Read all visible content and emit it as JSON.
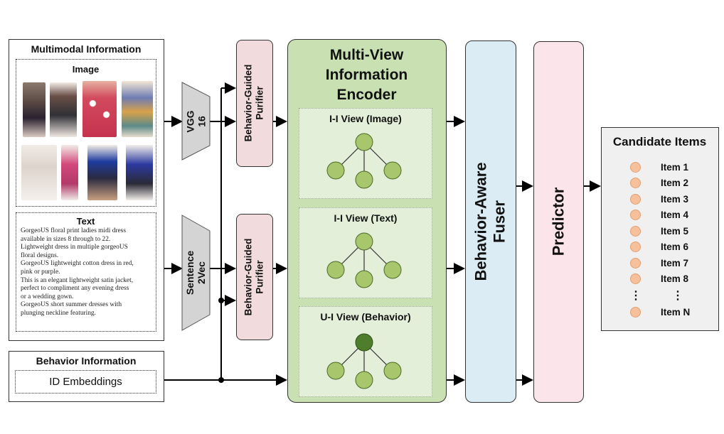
{
  "multimodal": {
    "title": "Multimodal Information",
    "image_label": "Image",
    "text_label": "Text",
    "text_lines": [
      "GorgeoUS floral print ladies midi dress",
      "available in sizes 8 through to 22.",
      "Lightweight dress in multiple gorgeoUS",
      "floral designs.",
      "GorgeoUS lightweight cotton dress in red,",
      "pink or purple.",
      "This is an elegant lightweight satin jacket,",
      "perfect to compliment any evening dress",
      "or a wedding gown.",
      "GorgeoUS short summer dresses with",
      "plunging neckline featuring."
    ]
  },
  "behavior": {
    "title": "Behavior Information",
    "embedding_label": "ID Embeddings"
  },
  "extractors": {
    "vgg": "VGG\n16",
    "sentence": "Sentence\n2Vec"
  },
  "purifier": {
    "label_line1": "Behavior-Guided",
    "label_line2": "Purifier"
  },
  "encoder": {
    "title_line1": "Multi-View",
    "title_line2": "Information",
    "title_line3": "Encoder",
    "views": [
      {
        "label": "I-I View (Image)"
      },
      {
        "label": "I-I View (Text)"
      },
      {
        "label": "U-I View (Behavior)"
      }
    ]
  },
  "fuser": {
    "label_line1": "Behavior-Aware",
    "label_line2": "Fuser"
  },
  "predictor": {
    "label": "Predictor"
  },
  "candidates": {
    "title": "Candidate Items",
    "items": [
      "Item 1",
      "Item 2",
      "Item 3",
      "Item 4",
      "Item 5",
      "Item 6",
      "Item 7",
      "Item 8"
    ],
    "ellipsis": "⋮",
    "last_item": "Item N"
  },
  "colors": {
    "purifier_fill": "#f2dbdd",
    "encoder_fill": "#c9e0b3",
    "view_fill": "#e3efd8",
    "node_fill": "#a8c66c",
    "node_dark": "#4e7d2b",
    "fuser_fill": "#dcecf4",
    "predictor_fill": "#fbe4ea",
    "candidate_bg": "#f0f0f0",
    "dot": "#f6c09c"
  }
}
